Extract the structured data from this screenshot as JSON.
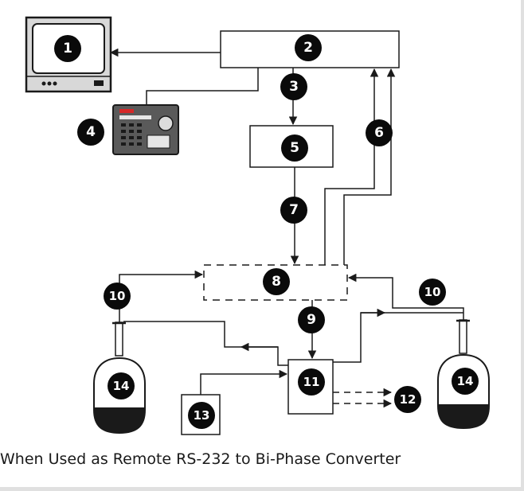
{
  "diagram": {
    "caption": "When Used as Remote RS-232 to Bi-Phase Converter",
    "badges": [
      "1",
      "2",
      "3",
      "4",
      "5",
      "6",
      "7",
      "8",
      "9",
      "10",
      "10",
      "11",
      "12",
      "13",
      "14",
      "14"
    ]
  },
  "colors": {
    "line": "#1a1a1a",
    "badge_fill": "#0a0a0a",
    "badge_text": "#ffffff",
    "keypad_body": "#5a5a5a",
    "keypad_accent": "#d62828",
    "monitor_frame": "#d8d8d8"
  },
  "icons": [
    "monitor-icon",
    "keyboard-controller-icon",
    "dome-camera-icon",
    "arrow-icon"
  ]
}
